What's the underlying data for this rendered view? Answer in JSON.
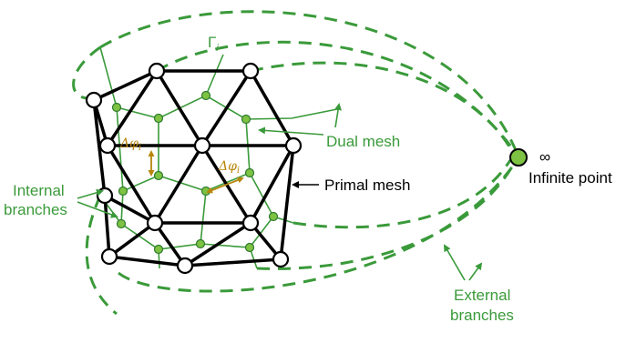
{
  "colors": {
    "primal": "#000000",
    "dual": "#3a9a3a",
    "dual_node": "#7dc242",
    "gold": "#b8860b",
    "background": "#ffffff"
  },
  "labels": {
    "gamma": "Γ",
    "gamma_sub": "i",
    "delta_phi_1": "Δφ",
    "delta_phi_1_sub": "i",
    "delta_phi_2": "Δφ",
    "delta_phi_2_sub": "i",
    "dual_mesh": "Dual mesh",
    "primal_mesh": "Primal mesh",
    "internal_line1": "Internal",
    "internal_line2": "branches",
    "infinity": "∞",
    "infinite_point": "Infinite point",
    "external_line1": "External",
    "external_line2": "branches"
  }
}
